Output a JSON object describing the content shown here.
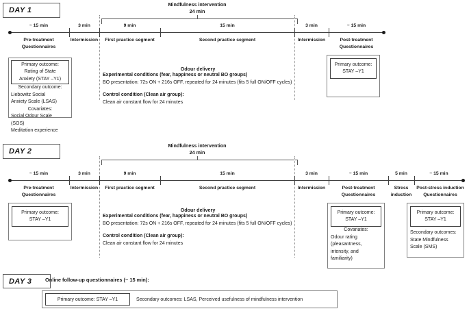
{
  "figure": {
    "type": "study-timeline-diagram",
    "days": [
      {
        "id": "day1",
        "label": "DAY 1",
        "bracket": {
          "title": "Mindfulness intervention",
          "duration": "24 min"
        },
        "segments": [
          {
            "duration": "~ 15 min",
            "name_line1": "Pre-treatment",
            "name_line2": "Questionnaires"
          },
          {
            "duration": "3 min",
            "name_line1": "Intermission",
            "name_line2": ""
          },
          {
            "duration": "9 min",
            "name_line1": "First practice segment",
            "name_line2": ""
          },
          {
            "duration": "15 min",
            "name_line1": "Second practice segment",
            "name_line2": ""
          },
          {
            "duration": "3 min",
            "name_line1": "Intermission",
            "name_line2": ""
          },
          {
            "duration": "~ 15 min",
            "name_line1": "Post-treatment",
            "name_line2": "Questionnaires"
          }
        ],
        "pre_box": {
          "primary_line1": "Primary outcome:",
          "primary_line2": "Rating of State",
          "primary_line3": "Anxiety (STAY –Y1)",
          "secondary_heading": "Secondary outcome:",
          "secondary_line1": "Liebowitz Social",
          "secondary_line2": "Anxiety Scale (LSAS)",
          "covariates_heading": "Covariates:",
          "covariates_line1": "Social Odour Scale",
          "covariates_line2": "(SOS)",
          "covariates_line3": "Meditation experience"
        },
        "odour": {
          "title": "Odour delivery",
          "exp_heading": "Experimental conditions (fear, happiness or neutral BO groups)",
          "exp_text": "BO presentation: 72s ON + 216s OFF, repeated for 24 minutes (fits 5 full ON/OFF cycles)",
          "ctrl_heading": "Control condition (Clean air group):",
          "ctrl_text": "Clean air constant flow for 24 minutes"
        },
        "post_box": {
          "primary_line1": "Primary outcome:",
          "primary_line2": "STAY –Y1"
        }
      },
      {
        "id": "day2",
        "label": "DAY 2",
        "bracket": {
          "title": "Mindfulness intervention",
          "duration": "24 min"
        },
        "segments": [
          {
            "duration": "~ 15 min",
            "name_line1": "Pre-treatment",
            "name_line2": "Questionnaires"
          },
          {
            "duration": "3 min",
            "name_line1": "Intermission",
            "name_line2": ""
          },
          {
            "duration": "9 min",
            "name_line1": "First practice segment",
            "name_line2": ""
          },
          {
            "duration": "15 min",
            "name_line1": "Second practice segment",
            "name_line2": ""
          },
          {
            "duration": "3 min",
            "name_line1": "Intermission",
            "name_line2": ""
          },
          {
            "duration": "~ 15 min",
            "name_line1": "Post-treatment",
            "name_line2": "Questionnaires"
          },
          {
            "duration": "5 min",
            "name_line1": "Stress",
            "name_line2": "induction"
          },
          {
            "duration": "~ 15 min",
            "name_line1": "Post-stress induction",
            "name_line2": "Questionnaires"
          }
        ],
        "pre_box": {
          "primary_line1": "Primary outcome:",
          "primary_line2": "STAY –Y1"
        },
        "odour": {
          "title": "Odour delivery",
          "exp_heading": "Experimental conditions (fear, happiness or neutral BO groups)",
          "exp_text": "BO presentation: 72s ON + 216s OFF, repeated for 24 minutes (fits 5 full ON/OFF cycles)",
          "ctrl_heading": "Control condition (Clean air group):",
          "ctrl_text": "Clean air constant flow for 24 minutes"
        },
        "post_box": {
          "primary_line1": "Primary outcome:",
          "primary_line2": "STAY –Y1",
          "covariates_heading": "Covariates:",
          "covariates_line1": "Odour rating",
          "covariates_line2": "(pleasantness,",
          "covariates_line3": "intensity, and",
          "covariates_line4": "familiarity)"
        },
        "stress_box": {
          "primary_line1": "Primary outcome:",
          "primary_line2": "STAY –Y1",
          "secondary_heading": "Secondary outcomes:",
          "secondary_line1": "State Mindfulness",
          "secondary_line2": "Scale (SMS)"
        }
      },
      {
        "id": "day3",
        "label": "DAY 3",
        "heading": "Online follow-up questionnaires (~ 15 min):",
        "primary": "Primary outcome: STAY –Y1",
        "secondary": "Secondary outcomes: LSAS, Perceived usefulness of mindfulness intervention"
      }
    ]
  }
}
